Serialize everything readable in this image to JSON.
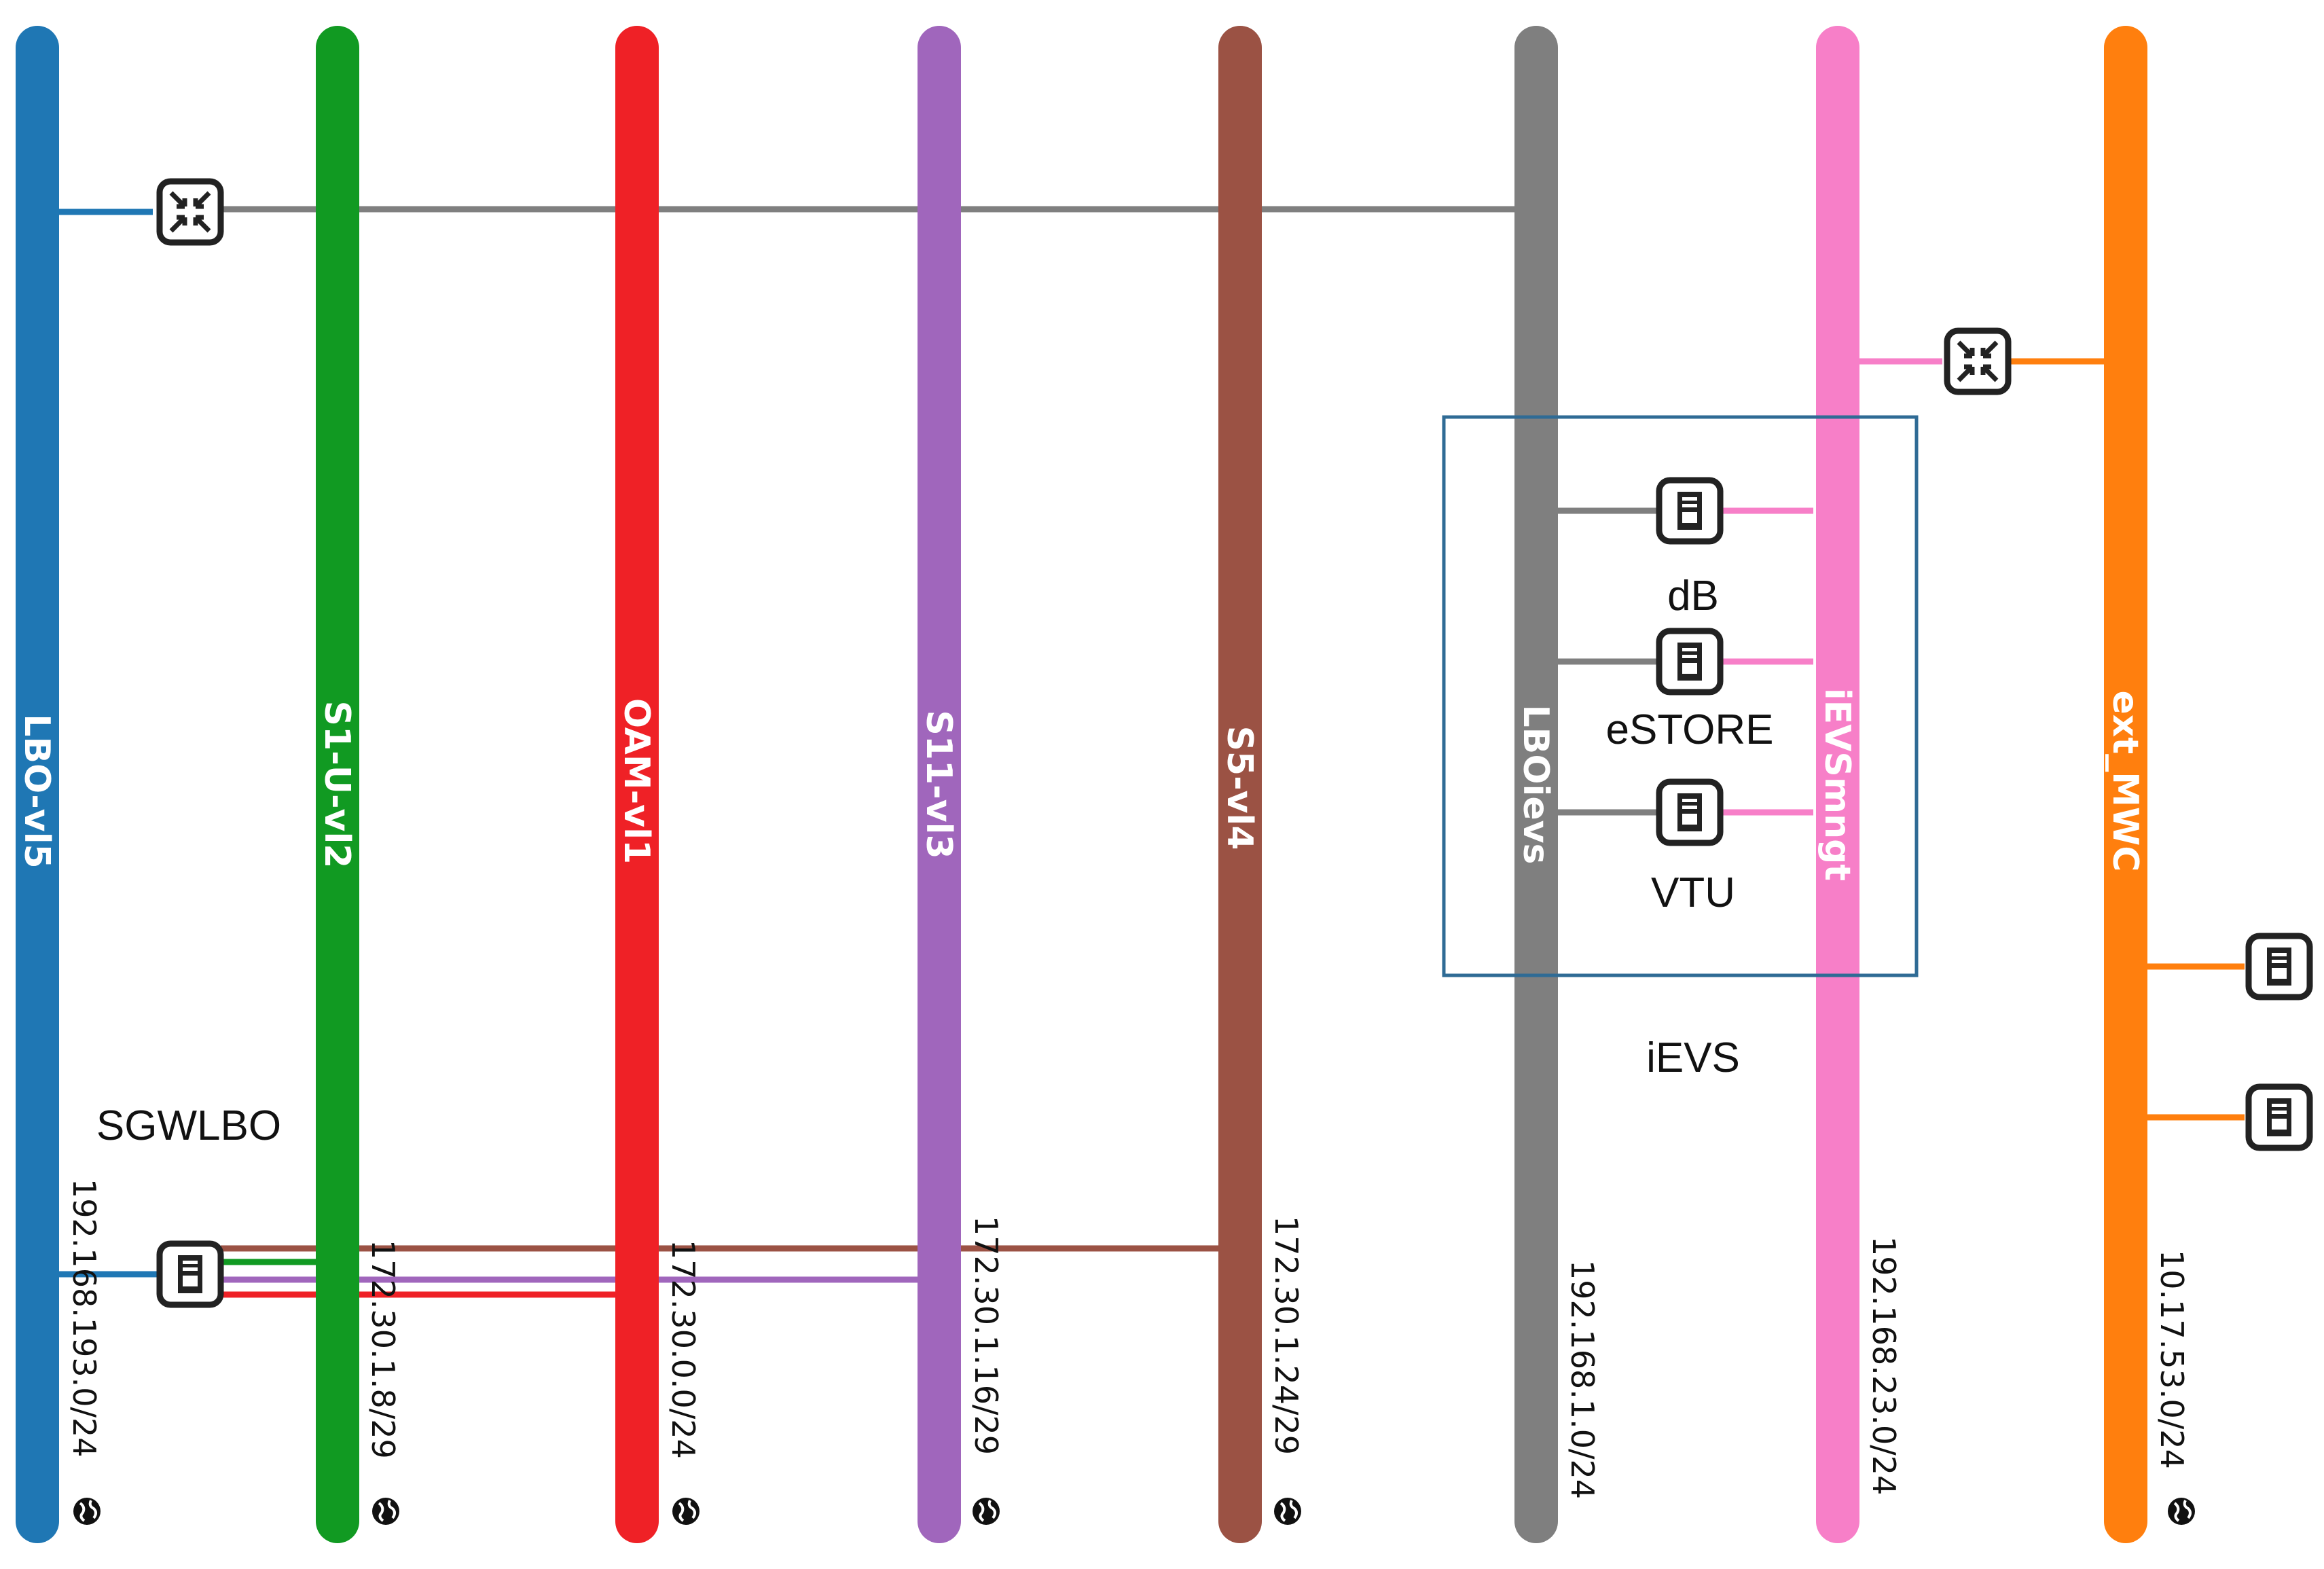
{
  "colors": {
    "blue": "#1f77b4",
    "green": "#119a22",
    "red": "#ef2126",
    "purple": "#a066bc",
    "brown": "#9b5244",
    "gray": "#7f7f7f",
    "pink": "#f77fc8",
    "orange": "#ff7f0e",
    "box_border": "#2f6b95"
  },
  "networks": [
    {
      "id": "lbo-vl5",
      "name": "LBO-vl5",
      "cidr": "192.168.193.0/24",
      "color": "blue",
      "globe_icon": true
    },
    {
      "id": "s1-u-vl2",
      "name": "S1-U-vl2",
      "cidr": "172.30.1.8/29",
      "color": "green",
      "globe_icon": true
    },
    {
      "id": "oam-vl1",
      "name": "OAM-vl1",
      "cidr": "172.30.0.0/24",
      "color": "red",
      "globe_icon": true
    },
    {
      "id": "s11-vl3",
      "name": "S11-vl3",
      "cidr": "172.30.1.16/29",
      "color": "purple",
      "globe_icon": true
    },
    {
      "id": "s5-vl4",
      "name": "S5-vl4",
      "cidr": "172.30.1.24/29",
      "color": "brown",
      "globe_icon": true
    },
    {
      "id": "lboievs",
      "name": "LBOievs",
      "cidr": "192.168.1.0/24",
      "color": "gray",
      "globe_icon": false
    },
    {
      "id": "ievsmngt",
      "name": "iEVSmngt",
      "cidr": "192.168.23.0/24",
      "color": "pink",
      "globe_icon": false
    },
    {
      "id": "ext-mwc",
      "name": "ext_MWC",
      "cidr": "10.17.53.0/24",
      "color": "orange",
      "globe_icon": true
    }
  ],
  "nodes": {
    "router_left": {
      "icon": "router-icon"
    },
    "router_right": {
      "icon": "router-icon"
    },
    "sgwlbo": {
      "label": "SGWLBO",
      "icon": "server-icon"
    },
    "db": {
      "label": "dB",
      "icon": "server-icon"
    },
    "estore": {
      "label": "eSTORE",
      "icon": "server-icon"
    },
    "vtu": {
      "label": "VTU",
      "icon": "server-icon"
    },
    "ext_server_1": {
      "icon": "server-icon"
    },
    "ext_server_2": {
      "icon": "server-icon"
    }
  },
  "groups": {
    "ievs": {
      "label": "iEVS"
    }
  }
}
